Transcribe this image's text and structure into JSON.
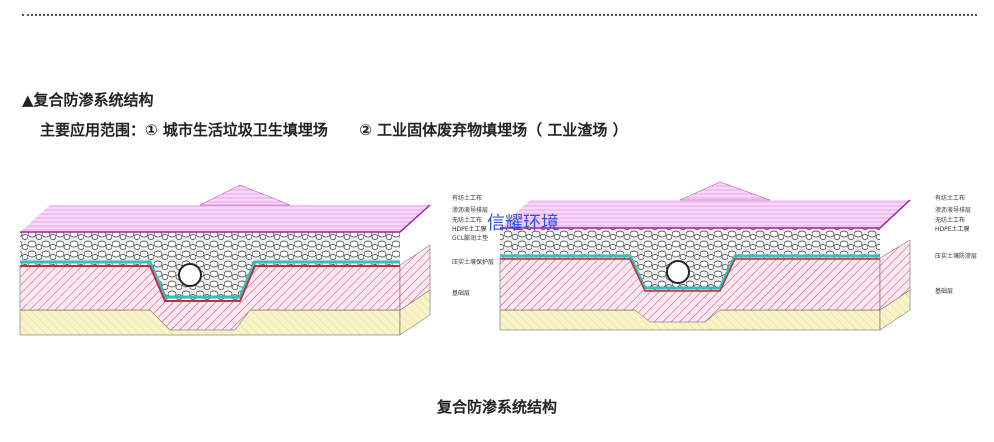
{
  "header": {
    "title": "▲复合防渗系统结构",
    "application": "主要应用范围：① 城市生活垃圾卫生填埋场      ② 工业固体废弃物填埋场（ 工业渣场 ）"
  },
  "left_diagram": {
    "labels": [
      "有纺土工布",
      "渗沥液导排层",
      "无纺土工布",
      "HDPE土工膜",
      "GCL膨润土垫",
      "压实土壤保护层",
      "基础层"
    ]
  },
  "right_diagram": {
    "labels": [
      "有纺土工布",
      "渗沥液导排层",
      "无纺土工布",
      "HDPE土工膜",
      "压实土壤防渗层",
      "基础层"
    ]
  },
  "watermark": "信耀环境",
  "caption": "复合防渗系统结构",
  "colors": {
    "geotextile": "#e060e0",
    "hdpe": "#30c0c0",
    "soil": "#d04070",
    "base": "#f5f0c0"
  }
}
